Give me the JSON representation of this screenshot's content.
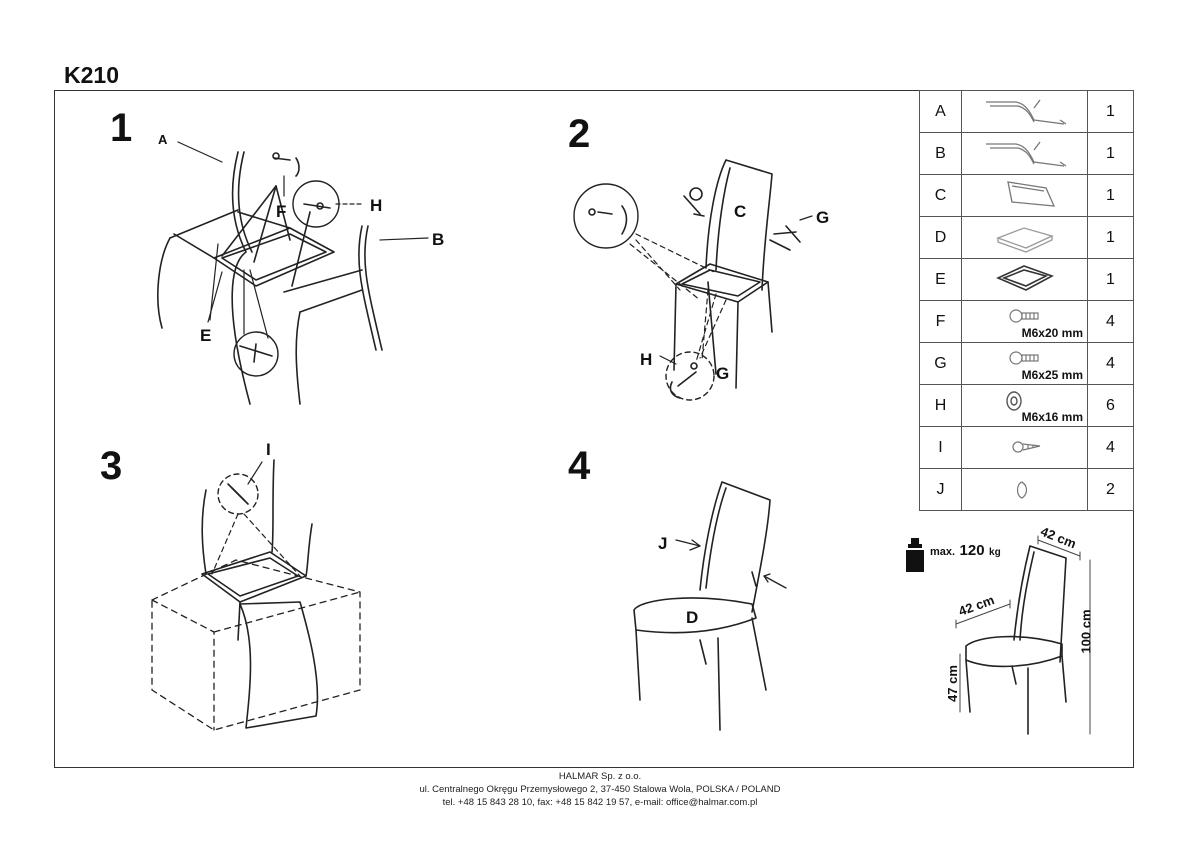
{
  "document": {
    "title": "K210",
    "steps": [
      "1",
      "2",
      "3",
      "4"
    ],
    "labels": {
      "A": "A",
      "B": "B",
      "C": "C",
      "D": "D",
      "E": "E",
      "F": "F",
      "G": "G",
      "H": "H",
      "I": "I",
      "J": "J"
    }
  },
  "parts": [
    {
      "letter": "A",
      "spec": "",
      "qty": "1",
      "icon": "chair-leg-frame-icon"
    },
    {
      "letter": "B",
      "spec": "",
      "qty": "1",
      "icon": "chair-leg-frame-icon"
    },
    {
      "letter": "C",
      "spec": "",
      "qty": "1",
      "icon": "backrest-panel-icon"
    },
    {
      "letter": "D",
      "spec": "",
      "qty": "1",
      "icon": "seat-cushion-icon"
    },
    {
      "letter": "E",
      "spec": "",
      "qty": "1",
      "icon": "seat-frame-icon"
    },
    {
      "letter": "F",
      "spec": "M6x20 mm",
      "qty": "4",
      "icon": "bolt-icon"
    },
    {
      "letter": "G",
      "spec": "M6x25 mm",
      "qty": "4",
      "icon": "bolt-icon"
    },
    {
      "letter": "H",
      "spec": "M6x16 mm",
      "qty": "6",
      "icon": "washer-icon"
    },
    {
      "letter": "I",
      "spec": "",
      "qty": "4",
      "icon": "screw-icon"
    },
    {
      "letter": "J",
      "spec": "",
      "qty": "2",
      "icon": "cap-icon"
    }
  ],
  "specs": {
    "max_label": "max.",
    "max_value": "120",
    "max_unit": "kg",
    "width_top": "42 cm",
    "depth": "42 cm",
    "seat_height": "47 cm",
    "total_height": "100 cm"
  },
  "footer": {
    "company": "HALMAR Sp. z o.o.",
    "address": "ul. Centralnego Okręgu Przemysłowego 2, 37-450 Stalowa Wola, POLSKA / POLAND",
    "contact": "tel. +48 15 843 28 10, fax: +48 15 842 19 57, e-mail: office@halmar.com.pl"
  }
}
